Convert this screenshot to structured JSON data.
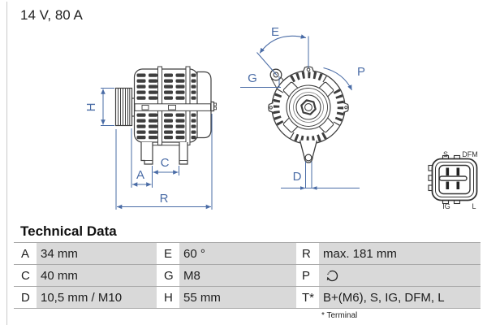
{
  "title": "14 V, 80 A",
  "diagram": {
    "dimension_labels": {
      "H": "H",
      "A": "A",
      "C": "C",
      "R": "R",
      "E": "E",
      "G": "G",
      "P": "P",
      "D": "D"
    },
    "connector_labels": {
      "s": "S",
      "dfm": "DFM",
      "ig": "IG",
      "l": "L"
    }
  },
  "table": {
    "heading": "Technical Data",
    "row1": {
      "l1": "A",
      "v1": "34 mm",
      "l2": "E",
      "v2": "60 °",
      "l3": "R",
      "v3": "max. 181 mm"
    },
    "row2": {
      "l1": "C",
      "v1": "40 mm",
      "l2": "G",
      "v2": "M8",
      "l3": "P"
    },
    "row3": {
      "l1": "D",
      "v1": "10,5 mm / M10",
      "l2": "H",
      "v2": "55 mm",
      "l3": "T*",
      "v3": "B+(M6), S, IG, DFM, L"
    },
    "footnote": "* Terminal"
  },
  "colors": {
    "dimension_blue": "#4a6ca6",
    "drawing_dark": "#3e3e3e",
    "cell_gray": "#d9d9d9"
  }
}
